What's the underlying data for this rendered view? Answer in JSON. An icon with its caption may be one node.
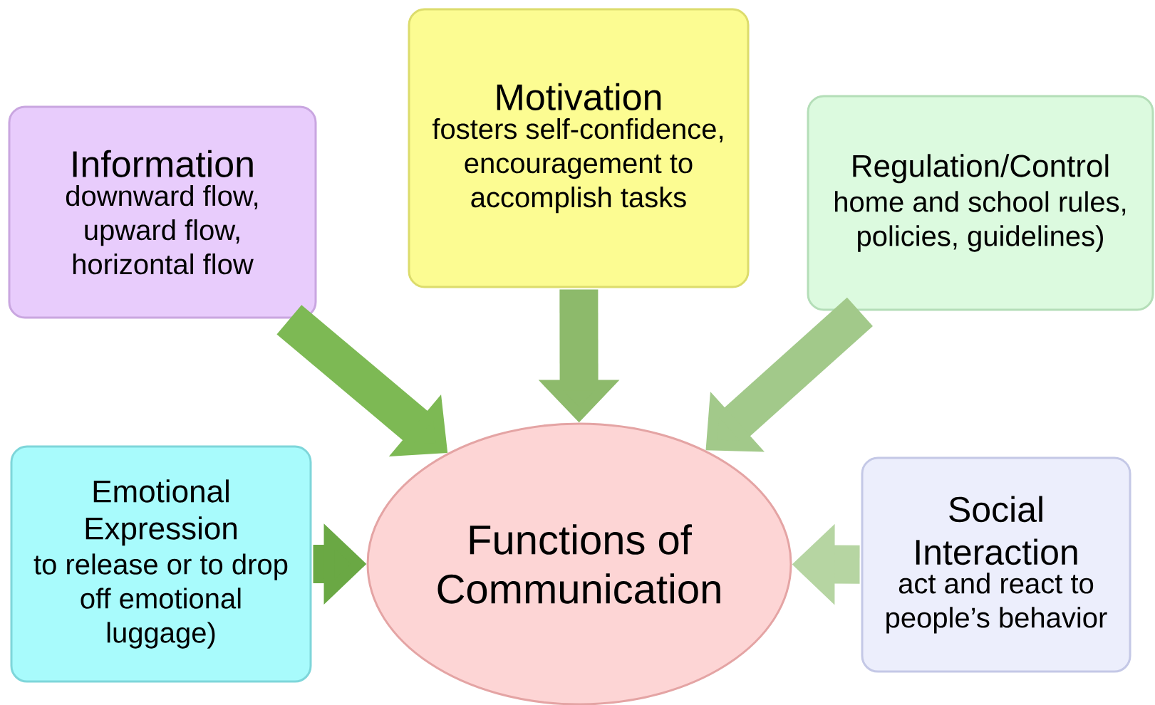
{
  "diagram": {
    "nodes": [
      {
        "text": [
          "Information",
          "downward flow, upward flow, horizontal flow"
        ]
      },
      {
        "text": [
          "Motivation",
          "fosters self-confidence, encouragement to accomplish tasks"
        ]
      },
      {
        "text": [
          "Regulation/Control",
          "home and school rules, policies, guidelines)"
        ]
      },
      {
        "text": [
          "Emotional Expression",
          "to release or to drop off emotional luggage)"
        ]
      },
      {
        "text": [
          "Functions of Communication"
        ]
      },
      {
        "text": [
          "Social Interaction",
          "act and react to people’s behavior"
        ]
      }
    ],
    "edges": [
      {
        "from": 0,
        "to": 4,
        "arrow": "to",
        "color": "#7db954"
      },
      {
        "from": 1,
        "to": 4,
        "arrow": "to",
        "color": "#8dba6b"
      },
      {
        "from": 2,
        "to": 4,
        "arrow": "to",
        "color": "#a2c98a"
      },
      {
        "from": 3,
        "to": 4,
        "arrow": "to",
        "color": "#6aa844"
      },
      {
        "from": 5,
        "to": 4,
        "arrow": "to",
        "color": "#b6d5a2"
      }
    ]
  }
}
